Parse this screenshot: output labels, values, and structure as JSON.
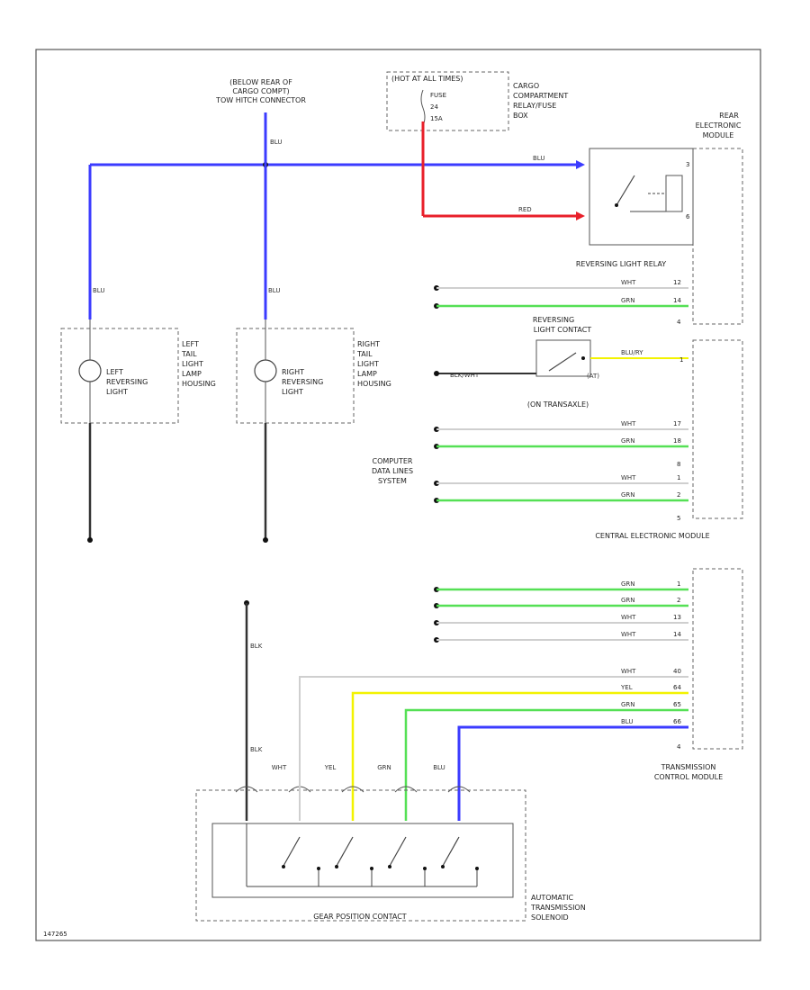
{
  "colors": {
    "BLU": "#3b3bff",
    "RED": "#e8202a",
    "GRN": "#55e055",
    "YEL": "#f3f300",
    "WHT": "#cfcfcf",
    "BLK": "#333333"
  },
  "labels": {
    "hitch_top": "(BELOW REAR OF",
    "hitch_mid": "CARGO COMPT)",
    "hitch_bot": "TOW HITCH CONNECTOR",
    "fuse_title": "(HOT AT ALL TIMES)",
    "fuse_line1": "FUSE",
    "fuse_line2": "24",
    "fuse_line3": "15A",
    "cargo1": "CARGO",
    "cargo2": "COMPARTMENT",
    "cargo3": "RELAY/FUSE",
    "cargo4": "BOX",
    "rem1": "REAR",
    "rem2": "ELECTRONIC",
    "rem3": "MODULE",
    "relay": "REVERSING LIGHT RELAY",
    "left_lamp1": "LEFT",
    "left_lamp2": "REVERSING",
    "left_lamp3": "LIGHT",
    "left_house1": "LEFT",
    "left_house2": "TAIL",
    "left_house3": "LIGHT",
    "left_house4": "LAMP",
    "left_house5": "HOUSING",
    "right_lamp1": "RIGHT",
    "right_lamp2": "REVERSING",
    "right_lamp3": "LIGHT",
    "right_house1": "RIGHT",
    "right_house2": "TAIL",
    "right_house3": "LIGHT",
    "right_house4": "LAMP",
    "right_house5": "HOUSING",
    "rev_contact1": "REVERSING",
    "rev_contact2": "LIGHT CONTACT",
    "on_transaxle": "(ON TRANSAXLE)",
    "at_label": "(AT)",
    "blk_label": "BLK",
    "comp1": "COMPUTER",
    "comp2": "DATA LINES",
    "comp3": "SYSTEM",
    "cem": "CENTRAL ELECTRONIC MODULE",
    "tcm1": "TRANSMISSION",
    "tcm2": "CONTROL MODULE",
    "gear": "GEAR POSITION CONTACT",
    "ats1": "AUTOMATIC",
    "ats2": "TRANSMISSION",
    "ats3": "SOLENOID",
    "fig_id": "147265"
  },
  "wires": {
    "blu": "BLU",
    "red": "RED",
    "wht": "WHT",
    "grn": "GRN",
    "yel": "YEL",
    "blk": "BLK",
    "blu_yel": "BLU/RY",
    "blk_wht": "BLK/WHT"
  },
  "pins": {
    "rem_a": "3",
    "rem_b": "6",
    "rem_c": "12",
    "rem_d": "14",
    "rem_e": "4",
    "cem_a": "1",
    "cem_b": "17",
    "cem_c": "18",
    "cem_d": "8",
    "cem_e": "1",
    "cem_f": "2",
    "cem_g": "5",
    "tcm_a": "1",
    "tcm_b": "2",
    "tcm_c": "13",
    "tcm_d": "14",
    "tcm_e": "40",
    "tcm_f": "64",
    "tcm_g": "65",
    "tcm_h": "66",
    "tcm_i": "4"
  }
}
